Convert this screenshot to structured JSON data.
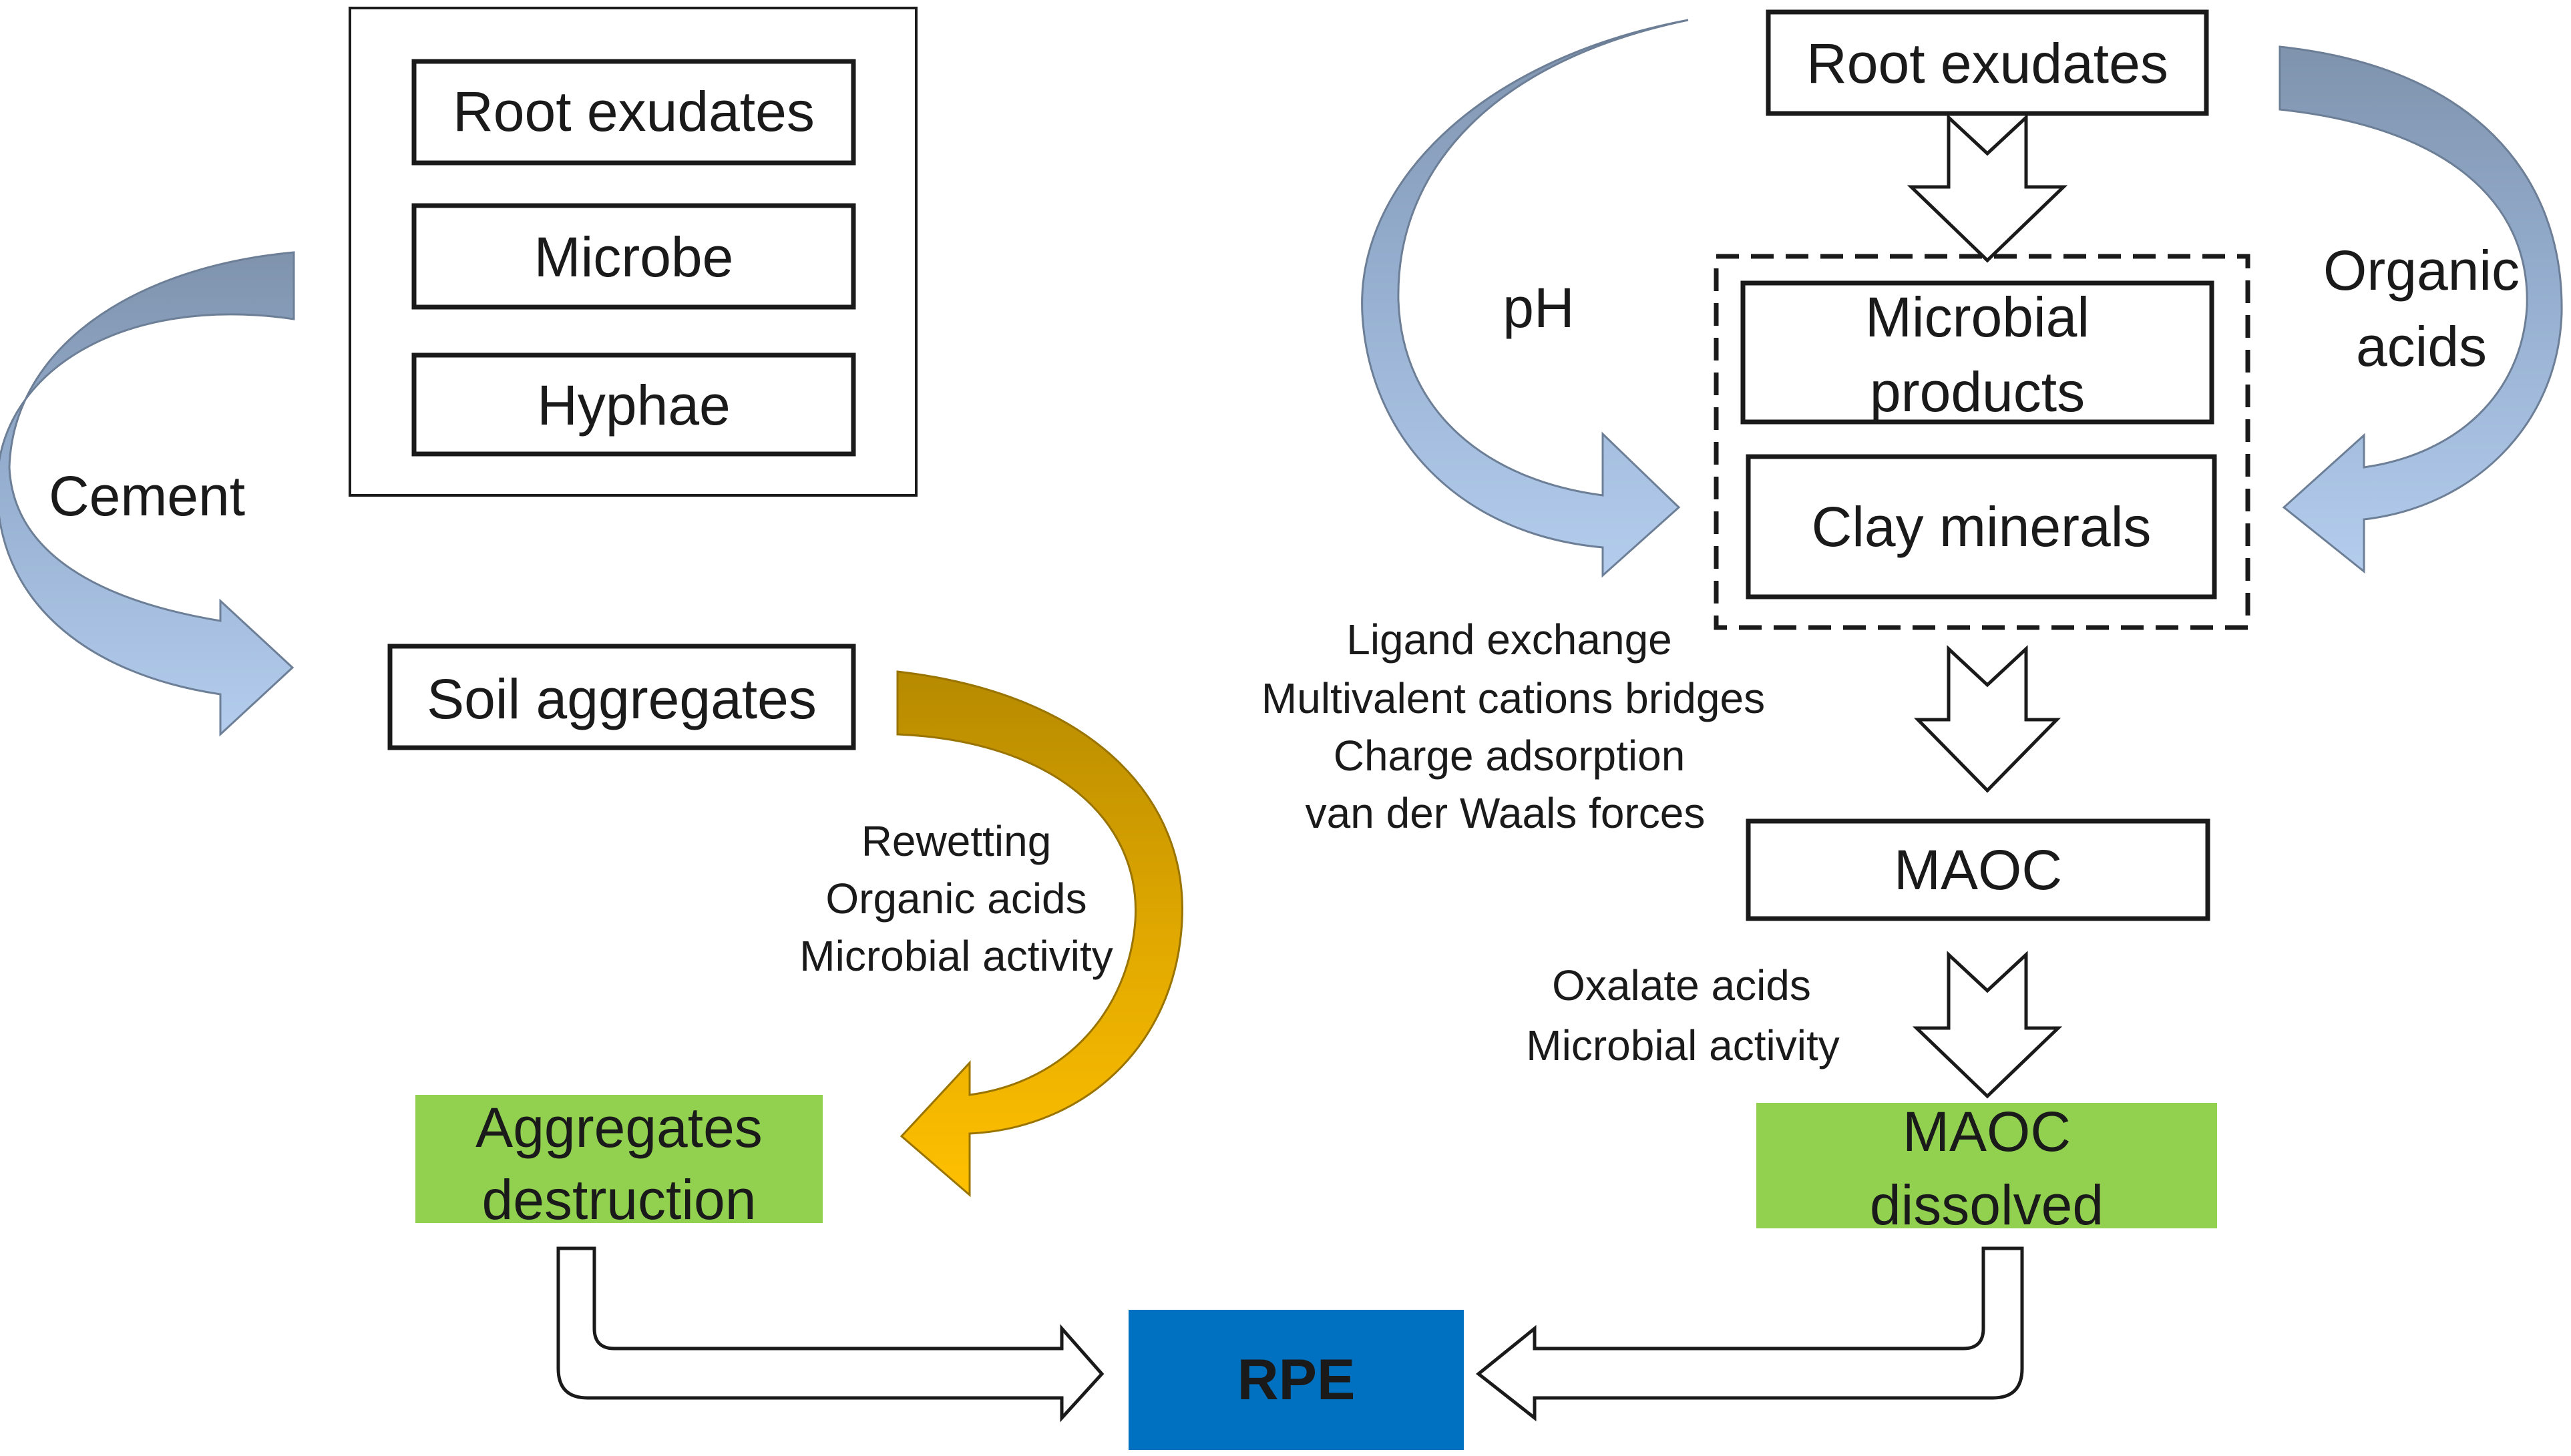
{
  "left": {
    "group": {
      "items": [
        "Root exudates",
        "Microbe",
        "Hyphae"
      ]
    },
    "cement_label": "Cement",
    "soil_aggregates": "Soil aggregates",
    "mechanisms": [
      "Rewetting",
      "Organic acids",
      "Microbial activity"
    ],
    "result": [
      "Aggregates",
      "destruction"
    ]
  },
  "right": {
    "root_exudates": "Root exudates",
    "ph_label": "pH",
    "organic_acids_label": [
      "Organic",
      "acids"
    ],
    "microbial_products": [
      "Microbial",
      "products"
    ],
    "clay_minerals": "Clay minerals",
    "bonding": [
      "Ligand exchange",
      "Multivalent cations bridges",
      "Charge adsorption",
      "van der Waals forces"
    ],
    "maoc": "MAOC",
    "dissolve_factors": [
      "Oxalate acids",
      "Microbial activity"
    ],
    "maoc_dissolved": [
      "MAOC",
      "dissolved"
    ]
  },
  "center": {
    "rpe": "RPE"
  },
  "colors": {
    "blue_arrow": "#a9c4e6",
    "blue_arrow_dark": "#8497b0",
    "gold_arrow": "#ffc000",
    "gold_arrow_dark": "#c49000",
    "result_green": "#92d050",
    "rpe_blue": "#0070c0"
  }
}
